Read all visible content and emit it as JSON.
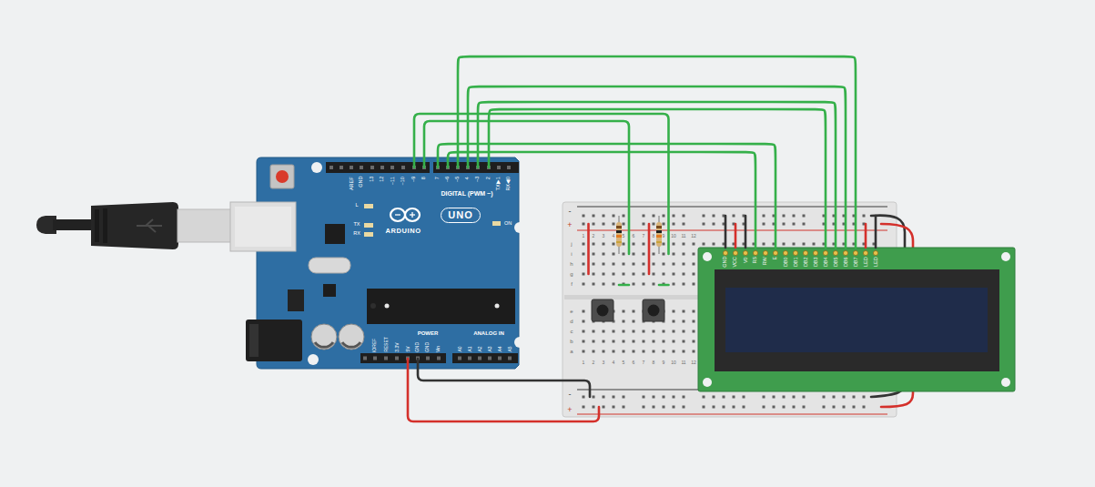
{
  "diagram": {
    "nodes": [
      {
        "text": [
          "ARDUINO"
        ]
      },
      {
        "text": [
          "UNO"
        ],
        "in": 0
      },
      {
        "text": [
          "GND",
          "VCC",
          "V0",
          "RS",
          "RW",
          "E",
          "DB0",
          "DB1",
          "DB2",
          "DB3",
          "DB4",
          "DB5",
          "DB6",
          "DB7",
          "LED",
          "LED"
        ]
      }
    ],
    "edges": [
      {
        "from": 0,
        "to": 2,
        "arrow": "none"
      },
      {
        "from": 0,
        "to": 2,
        "arrow": "none"
      },
      {
        "from": 0,
        "to": 2,
        "arrow": "none"
      },
      {
        "from": 0,
        "to": 2,
        "arrow": "none"
      },
      {
        "from": 0,
        "to": 2,
        "arrow": "none"
      },
      {
        "from": 0,
        "to": 2,
        "arrow": "none"
      }
    ],
    "labels": [
      "AREF",
      "GND",
      "13",
      "12",
      "~11",
      "~10",
      "~9",
      "8",
      "7",
      "~6",
      "~5",
      "4",
      "~3",
      "2",
      "TX▶1",
      "RX◀0",
      "DIGITAL (PWM ~)",
      "L",
      "TX",
      "RX",
      "ON",
      "POWER",
      "ANALOG IN",
      "IOREF",
      "RESET",
      "3.3V",
      "5V",
      "GND",
      "GND",
      "Vin",
      "A0",
      "A1",
      "A2",
      "A3",
      "A4",
      "A5",
      "1",
      "2",
      "3",
      "4",
      "5",
      "6",
      "7",
      "8",
      "9",
      "10",
      "11",
      "12",
      "j",
      "i",
      "h",
      "g",
      "f",
      "e",
      "d",
      "c",
      "b",
      "a",
      "1",
      "2",
      "3",
      "4",
      "5",
      "6",
      "7",
      "8",
      "9",
      "10",
      "11",
      "12",
      "-",
      "+",
      "-",
      "+"
    ]
  }
}
